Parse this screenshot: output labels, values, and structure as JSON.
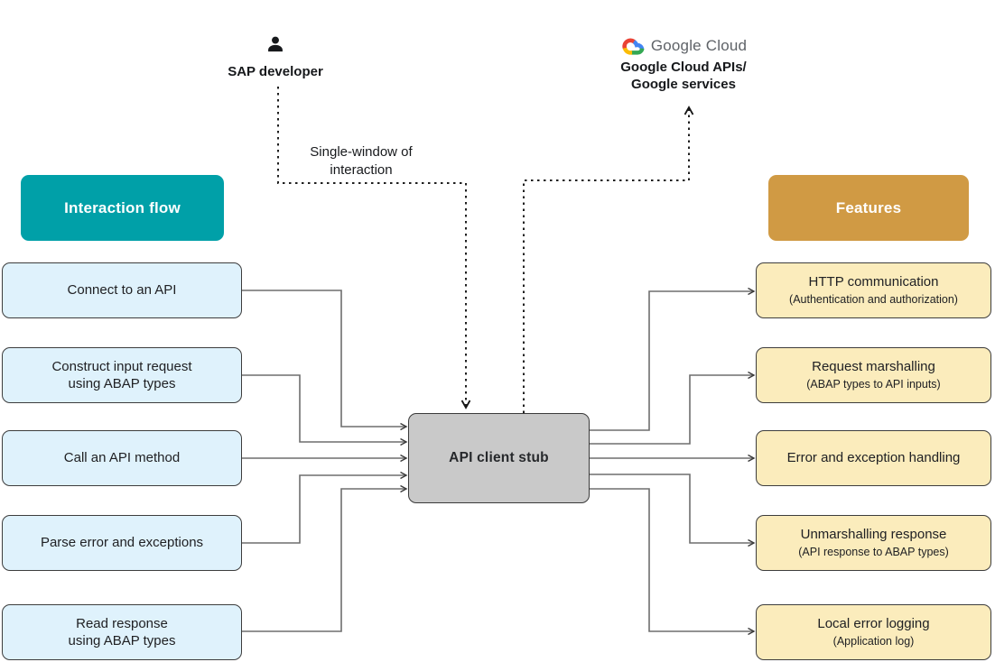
{
  "diagram": {
    "sap_developer": {
      "label": "SAP developer"
    },
    "google_cloud": {
      "logo_text": "Google Cloud",
      "label": "Google Cloud APIs/\nGoogle services"
    },
    "single_window_label": "Single-window of\ninteraction",
    "interaction_flow_header": "Interaction flow",
    "features_header": "Features",
    "api_client_stub": "API client stub",
    "interaction_steps": [
      {
        "text": "Connect to an API"
      },
      {
        "text": "Construct input request\nusing ABAP types"
      },
      {
        "text": "Call an API method"
      },
      {
        "text": "Parse error and exceptions"
      },
      {
        "text": "Read response\nusing ABAP types"
      }
    ],
    "features": [
      {
        "title": "HTTP communication",
        "subtitle": "(Authentication and authorization)"
      },
      {
        "title": "Request marshalling",
        "subtitle": "(ABAP types to API inputs)"
      },
      {
        "title": "Error and exception handling",
        "subtitle": ""
      },
      {
        "title": "Unmarshalling response",
        "subtitle": "(API response to ABAP types)"
      },
      {
        "title": "Local error logging",
        "subtitle": "(Application log)"
      }
    ],
    "colors": {
      "teal": "#00A0A8",
      "gold": "#D09A44",
      "step_fill": "#DFF2FC",
      "feature_fill": "#FBECBC",
      "stub_fill": "#C9C9C9",
      "line": "#6E6E6E",
      "dotted_line": "#1F1F1F",
      "google_blue": "#4285F4",
      "google_red": "#EA4335",
      "google_yellow": "#FBBC05",
      "google_green": "#34A853"
    }
  }
}
